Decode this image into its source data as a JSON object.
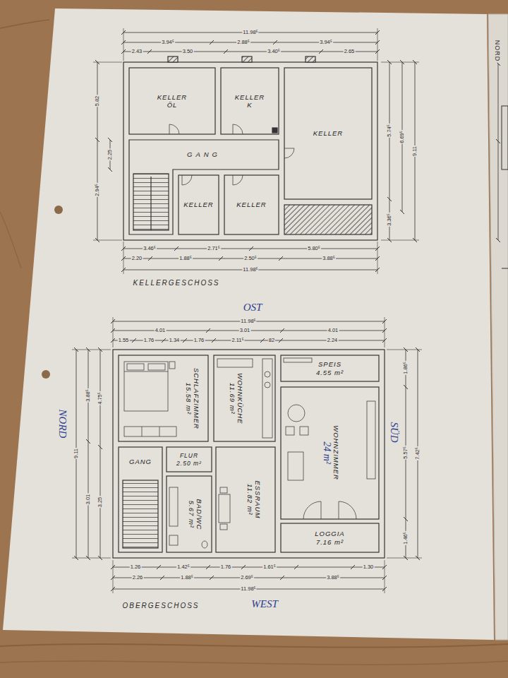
{
  "diagram": {
    "nodes": [
      {
        "text": [
          "KELLER",
          "ÖL"
        ]
      },
      {
        "text": [
          "KELLER",
          "K"
        ]
      },
      {
        "text": [
          "KELLER"
        ]
      },
      {
        "text": [
          "GANG"
        ]
      },
      {
        "text": [
          "KELLER"
        ]
      },
      {
        "text": [
          "KELLER"
        ]
      },
      {
        "text": [
          "SCHLAFZIMMER",
          "15.58 m²"
        ]
      },
      {
        "text": [
          "WOHNKÜCHE",
          "11.69 m²"
        ]
      },
      {
        "text": [
          "SPEIS",
          "4.55 m²"
        ]
      },
      {
        "text": [
          "WOHNZIMMER",
          "24 m²"
        ]
      },
      {
        "text": [
          "GANG"
        ]
      },
      {
        "text": [
          "FLUR",
          "2.50 m²"
        ]
      },
      {
        "text": [
          "BAD/WC",
          "5.67 m²"
        ]
      },
      {
        "text": [
          "ESSRAUM",
          "11.82 m²"
        ]
      },
      {
        "text": [
          "LOGGIA",
          "7.16 m²"
        ]
      }
    ],
    "labels": [
      "11.98⁵",
      "3.94⁵",
      "2.88⁵",
      "3.94⁵",
      "2.43",
      "3.50",
      "3.40⁵",
      "2.65",
      "5.82",
      "2.94⁵",
      "2.25",
      "5.74⁵",
      "3.36⁵",
      "6.69⁵",
      "9.11",
      "3.46⁵",
      "2.71⁵",
      "5.80⁵",
      "2.20",
      "1.88⁵",
      "2.50⁵",
      "3.88⁵",
      "11.98⁵",
      "KELLERGESCHOSS",
      "OST",
      "11.98⁵",
      "4.01",
      "3.01",
      "4.01",
      "1.55",
      "1.76",
      "1.34",
      "1.76",
      "2.11⁵",
      "82",
      "2.24",
      "NORD",
      "9.11",
      "3.88⁵",
      "3.01",
      "4.75⁵",
      "3.25",
      "SÜD",
      "1.86⁵",
      "5.57⁵",
      "1.46⁵",
      "7.42⁵",
      "1.26",
      "1.42⁵",
      "1.76",
      "1.61⁵",
      "1.30",
      "2.26",
      "1.88⁵",
      "2.69⁵",
      "3.88⁵",
      "11.98⁵",
      "OBERGESCHOSS",
      "WEST",
      "NORD"
    ]
  }
}
